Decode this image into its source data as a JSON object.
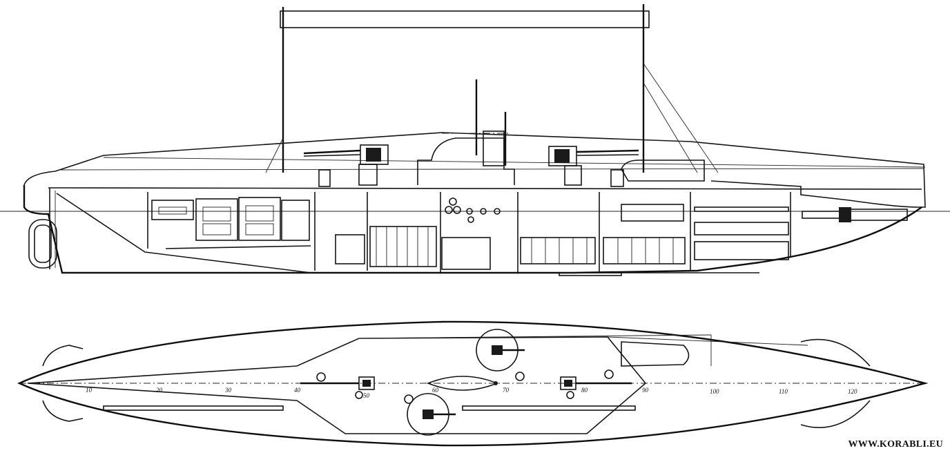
{
  "frame_labels": [
    "10",
    "20",
    "30",
    "40",
    "50",
    "60",
    "70",
    "80",
    "90",
    "100",
    "110",
    "120"
  ],
  "watermark": "WWW.KORABLI.EU"
}
